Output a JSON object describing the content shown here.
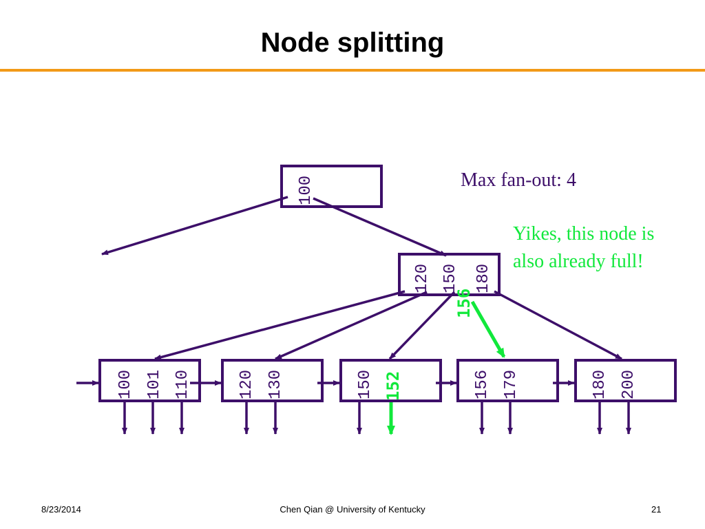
{
  "slide": {
    "title": "Node splitting",
    "fanout_note": "Max fan-out: 4",
    "warning_line1": "Yikes, this node is",
    "warning_line2": "also already full!",
    "footer_date": "8/23/2014",
    "footer_center": "Chen Qian @ University of Kentucky",
    "footer_page": "21"
  },
  "tree": {
    "root_keys": [
      "100"
    ],
    "internal_keys": [
      "120",
      "150",
      "180"
    ],
    "inserted_key": "156",
    "leaves": [
      {
        "keys": [
          "100",
          "101",
          "110"
        ]
      },
      {
        "keys": [
          "120",
          "130"
        ]
      },
      {
        "keys": [
          "150"
        ],
        "inserted_key": "152"
      },
      {
        "keys": [
          "156",
          "179"
        ]
      },
      {
        "keys": [
          "180",
          "200"
        ]
      }
    ]
  },
  "colors": {
    "accent": "#f29a17",
    "node": "#3d0f69",
    "highlight": "#11e83b"
  }
}
